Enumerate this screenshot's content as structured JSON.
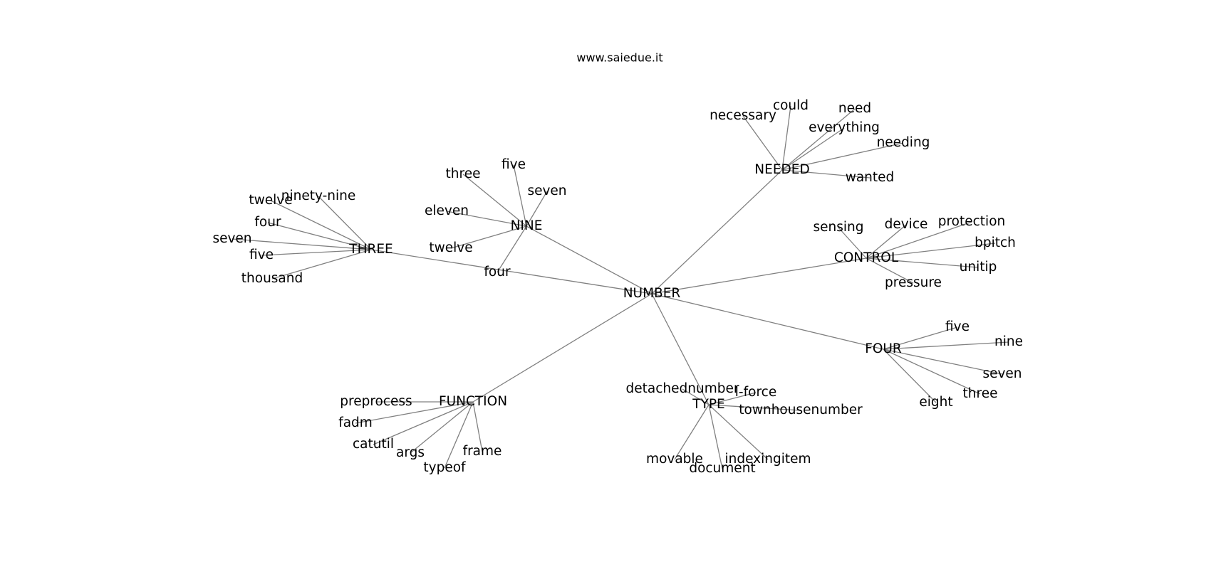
{
  "site_label": "www.saiedue.it",
  "center": "NUMBER",
  "hubs": [
    {
      "id": "needed",
      "label": "NEEDED",
      "leaves": [
        "necessary",
        "could",
        "need",
        "everything",
        "needing",
        "wanted"
      ]
    },
    {
      "id": "control",
      "label": "CONTROL",
      "leaves": [
        "sensing",
        "device",
        "protection",
        "bpitch",
        "unitip",
        "pressure"
      ]
    },
    {
      "id": "four",
      "label": "FOUR",
      "leaves": [
        "five",
        "nine",
        "seven",
        "three",
        "eight"
      ]
    },
    {
      "id": "type",
      "label": "TYPE",
      "leaves": [
        "detachednumber",
        "l-force",
        "townhousenumber",
        "indexingitem",
        "document",
        "movable"
      ]
    },
    {
      "id": "function",
      "label": "FUNCTION",
      "leaves": [
        "preprocess",
        "fadm",
        "catutil",
        "args",
        "typeof",
        "frame"
      ]
    },
    {
      "id": "three",
      "label": "THREE",
      "leaves": [
        "ninety-nine",
        "twelve",
        "four",
        "seven",
        "five",
        "thousand"
      ]
    },
    {
      "id": "nine",
      "label": "NINE",
      "leaves": [
        "five",
        "three",
        "seven",
        "eleven",
        "twelve",
        "four"
      ]
    }
  ]
}
